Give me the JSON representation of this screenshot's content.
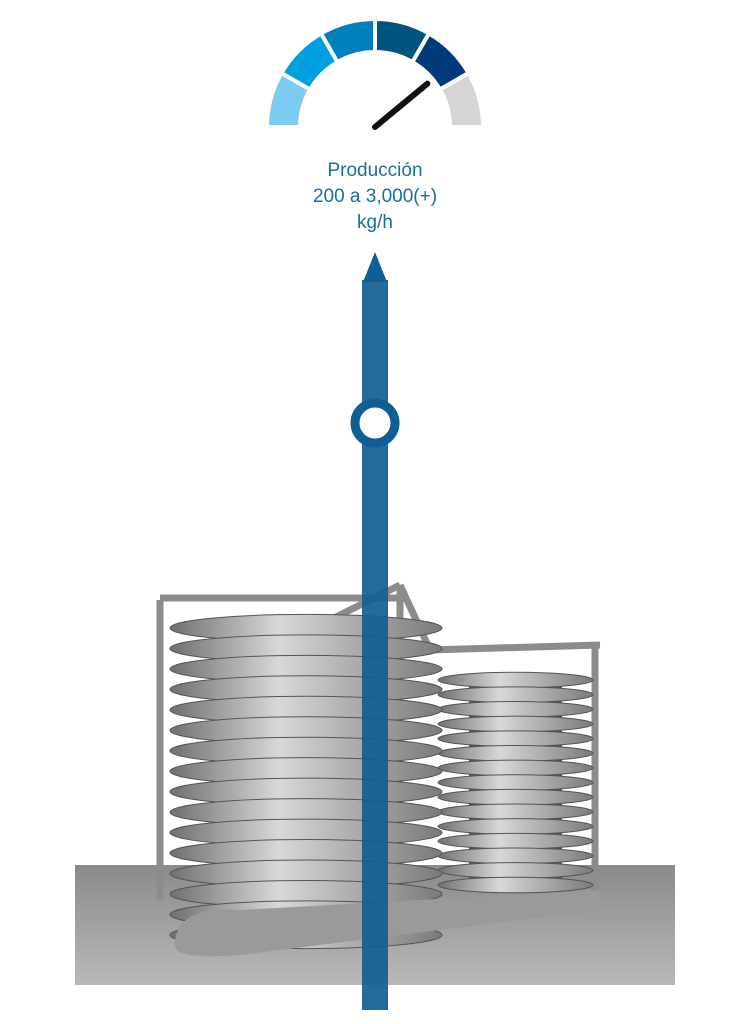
{
  "gauge": {
    "segment_colors": [
      "#7ecbf0",
      "#00a0e0",
      "#0080bb",
      "#005580",
      "#003a78",
      "#d5d5d5"
    ],
    "needle_level": 0.78,
    "needle_color": "#111111"
  },
  "caption": {
    "title": "Producción",
    "range": "200 a 3,000(+)",
    "unit": "kg/h"
  },
  "indicator": {
    "color": "#0f5f94",
    "marker": "ring-marker"
  }
}
